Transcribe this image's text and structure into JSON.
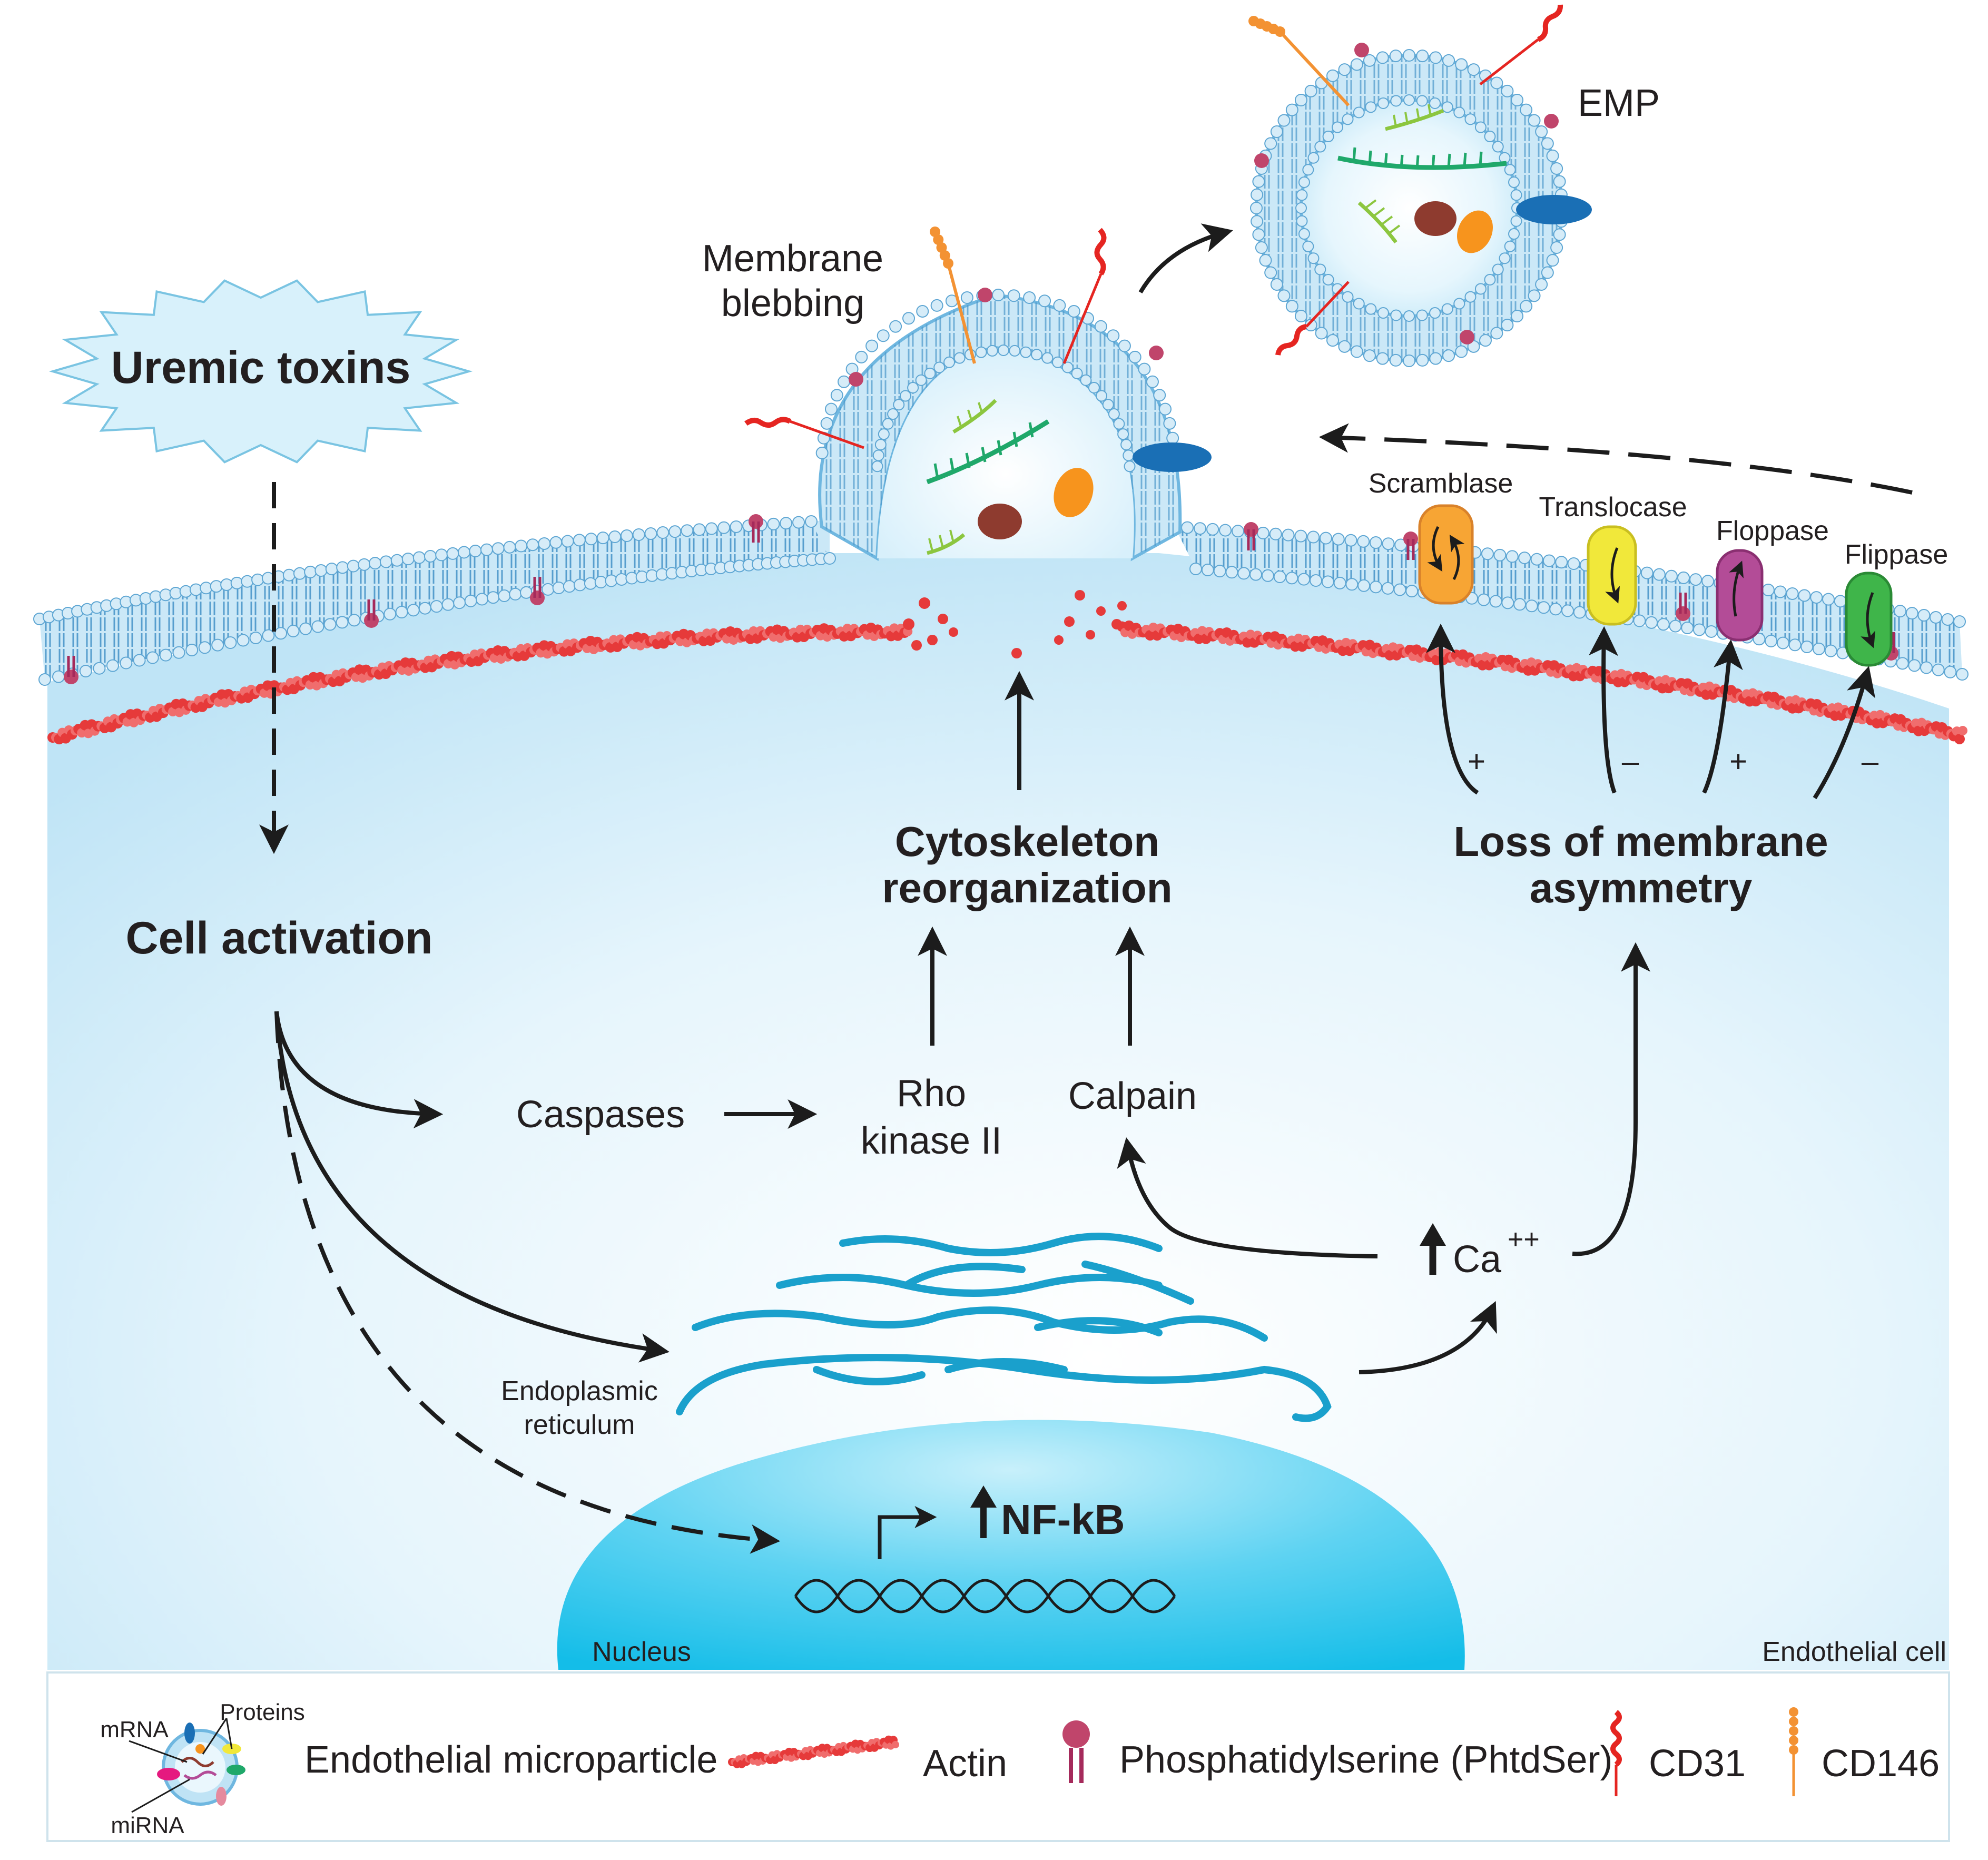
{
  "labels": {
    "uremic_toxins": "Uremic toxins",
    "cell_activation": "Cell activation",
    "caspases": "Caspases",
    "rho_line1": "Rho",
    "rho_line2": "kinase II",
    "calpain": "Calpain",
    "cyto_line1": "Cytoskeleton",
    "cyto_line2": "reorganization",
    "loss_line1": "Loss of membrane",
    "loss_line2": "asymmetry",
    "ca": "Ca",
    "ca_sup": "++",
    "er_line1": "Endoplasmic",
    "er_line2": "reticulum",
    "nfkb": "NF-kB",
    "nucleus": "Nucleus",
    "endothelial_cell": "Endothelial cell",
    "blebbing_line1": "Membrane",
    "blebbing_line2": "blebbing",
    "emp": "EMP",
    "scramblase": "Scramblase",
    "translocase": "Translocase",
    "floppase": "Floppase",
    "flippase": "Flippase",
    "sign_scramblase": "+",
    "sign_translocase": "–",
    "sign_floppase": "+",
    "sign_flippase": "–"
  },
  "legend": {
    "mrna": "mRNA",
    "proteins": "Proteins",
    "mirna": "miRNA",
    "microparticle": "Endothelial microparticle",
    "actin": "Actin",
    "phosphatidylserine": "Phosphatidylserine (PhtdSer)",
    "cd31": "CD31",
    "cd146": "CD146"
  },
  "colors": {
    "membrane": "#6fb7e0",
    "membrane_fill": "#bfe3f5",
    "actin": "#e63a3a",
    "nucleus": "#2ec4ec",
    "er": "#1aa0cc",
    "scramblase": "#f7a534",
    "translocase": "#f1e83a",
    "floppase": "#b34c97",
    "flippase": "#3fb54a",
    "cd31": "#e52521",
    "cd146": "#f39233"
  }
}
